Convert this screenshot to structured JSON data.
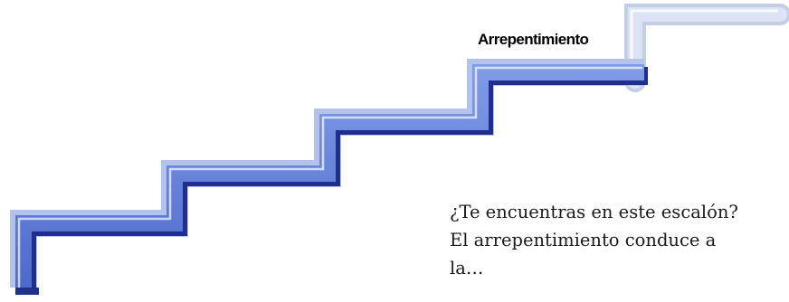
{
  "diagram": {
    "step_label": "Arrepentimiento",
    "caption_lines": [
      "¿Te encuentras en este escalón?",
      "El arrepentimiento conduce a",
      "la…"
    ],
    "colors": {
      "stair_fill": "#4d69cc",
      "stair_fill_light": "#7f9be6",
      "stair_edge": "#1e2f8f",
      "stair_halo": "#b4c3ec",
      "top_step_fill": "#dbe3f5",
      "top_step_edge": "#c4cfe6"
    }
  }
}
